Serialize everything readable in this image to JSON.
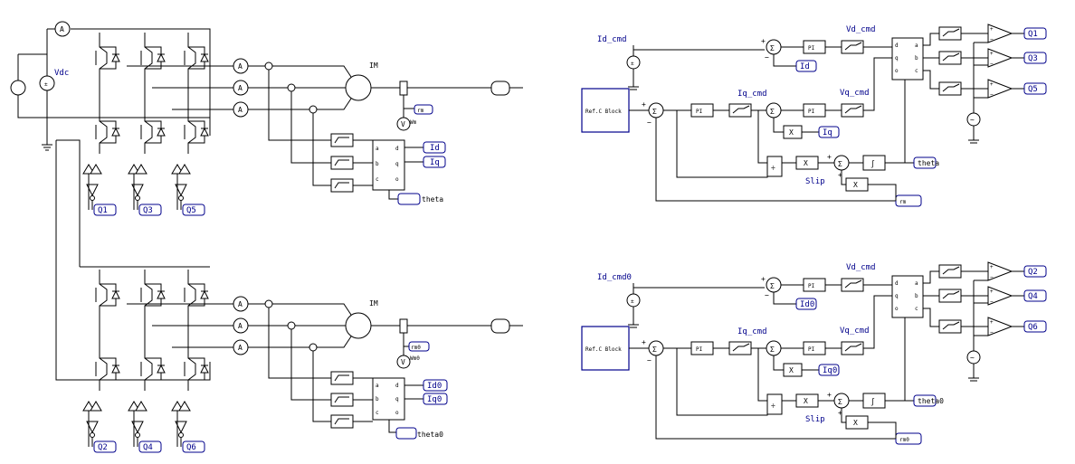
{
  "colors": {
    "wire": "#000000",
    "label": "#00008b",
    "background": "#ffffff"
  },
  "power": {
    "vdc_label": "Vdc",
    "motor_label": "IM",
    "ammeter_label": "A",
    "voltmeter_label": "V",
    "top": {
      "rotor_speed_tag": "rm",
      "speed_meter_label": "Wm",
      "d_out": "Id",
      "q_out": "Iq",
      "theta_out": "theta",
      "gates": [
        "Q1",
        "Q3",
        "Q5"
      ]
    },
    "bottom": {
      "rotor_speed_tag": "rm0",
      "speed_meter_label": "Wm0",
      "d_out": "Id0",
      "q_out": "Iq0",
      "theta_out": "theta0",
      "gates": [
        "Q2",
        "Q4",
        "Q6"
      ]
    },
    "abc_port_labels": [
      "a",
      "b",
      "c"
    ],
    "dq_port_labels": [
      "d",
      "q",
      "o"
    ]
  },
  "control": {
    "pi_label": "PI",
    "ref_block_label": "Ref.C Block",
    "mult_label": "X",
    "div_label": "÷",
    "sum_label": "Σ",
    "integrator_label": "∫",
    "slip_label": "Slip",
    "top": {
      "id_cmd": "Id_cmd",
      "iq_cmd": "Iq_cmd",
      "vd_cmd": "Vd_cmd",
      "vq_cmd": "Vq_cmd",
      "id_feedback": "Id",
      "iq_feedback": "Iq",
      "theta_tag": "theta",
      "rm_tag": "rm",
      "gate_outputs": [
        "Q1",
        "Q3",
        "Q5"
      ]
    },
    "bottom": {
      "id_cmd": "Id_cmd0",
      "iq_cmd": "Iq_cmd",
      "vd_cmd": "Vd_cmd",
      "vq_cmd": "Vq_cmd",
      "id_feedback": "Id0",
      "iq_feedback": "Iq0",
      "theta_tag": "theta0",
      "rm_tag": "rm0",
      "gate_outputs": [
        "Q2",
        "Q4",
        "Q6"
      ]
    },
    "dq_in_labels": [
      "d",
      "q",
      "o"
    ],
    "abc_out_labels": [
      "a",
      "b",
      "c"
    ]
  }
}
